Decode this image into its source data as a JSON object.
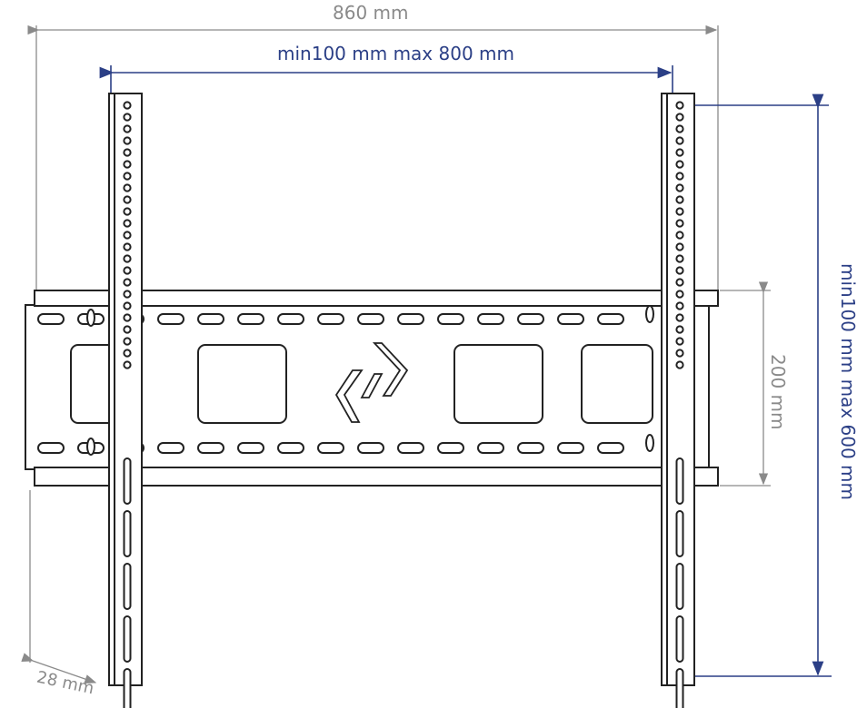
{
  "title": "TV wall mount bracket dimensions",
  "dimensions": {
    "overall_width": "860 mm",
    "horizontal_vesa": "min100 mm max 800 mm",
    "vertical_vesa": "min100 mm max 600 mm",
    "plate_height": "200 mm",
    "depth": "28 mm"
  },
  "colors": {
    "dimension_gray": "#8a8a8a",
    "dimension_blue": "#2b3f86",
    "outline": "#222222"
  }
}
